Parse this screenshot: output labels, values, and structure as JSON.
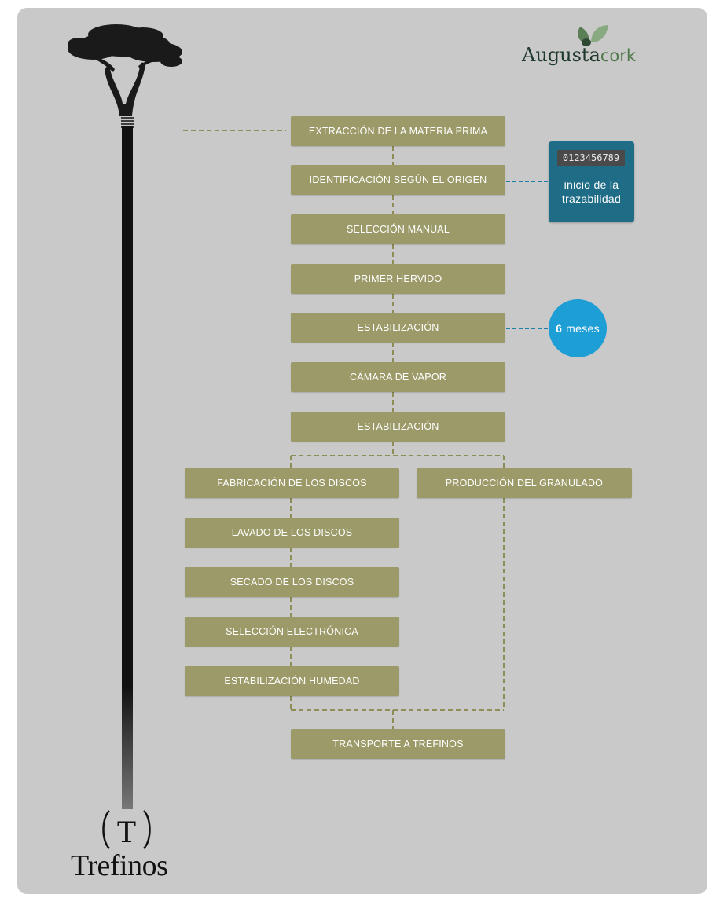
{
  "brand": {
    "augusta": "Augusta",
    "cork": "cork",
    "trefinos": "Trefinos",
    "trefinos_mark": "T"
  },
  "steps": {
    "extraccion": "EXTRACCIÓN DE LA MATERIA PRIMA",
    "identificacion": "IDENTIFICACIÓN SEGÚN EL ORIGEN",
    "seleccion_manual": "SELECCIÓN MANUAL",
    "primer_hervido": "PRIMER HERVIDO",
    "estabilizacion_1": "ESTABILIZACIÓN",
    "camara_vapor": "CÁMARA DE VAPOR",
    "estabilizacion_2": "ESTABILIZACIÓN",
    "fabricacion_discos": "FABRICACIÓN DE LOS DISCOS",
    "produccion_granulado": "PRODUCCIÓN DEL GRANULADO",
    "lavado_discos": "LAVADO DE LOS DISCOS",
    "secado_discos": "SECADO DE LOS DISCOS",
    "seleccion_electronica": "SELECCIÓN ELECTRÓNICA",
    "estabilizacion_humedad": "ESTABILIZACIÓN HUMEDAD",
    "transporte": "TRANSPORTE A TREFINOS"
  },
  "traceability": {
    "code": "0123456789",
    "line1": "inicio de la",
    "line2": "trazabilidad"
  },
  "duration": {
    "number": "6",
    "unit": "meses"
  },
  "colors": {
    "panel": "#c9c9c9",
    "step": "#9b9a68",
    "trace_box": "#1f6c87",
    "duration_circle": "#1d9ed5",
    "connector_olive": "#8e8d58",
    "connector_blue": "#1f7ea6"
  }
}
